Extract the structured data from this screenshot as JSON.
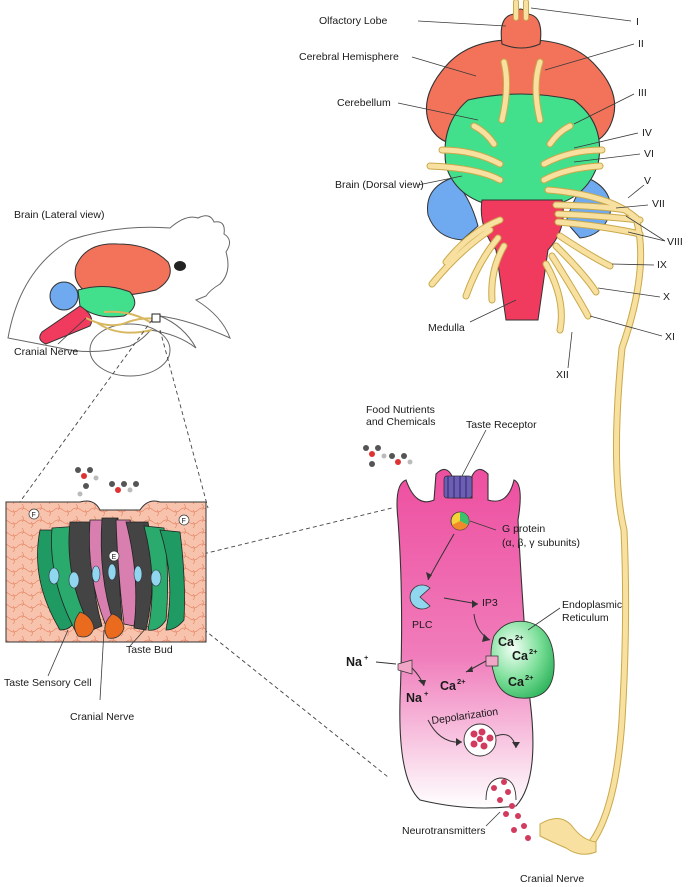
{
  "colors": {
    "cerebrum": "#f2735a",
    "cerebellum": "#42e08d",
    "medulla": "#f03b5e",
    "optic_lobe": "#6fa9f0",
    "nerve": "#f7e0a0",
    "cell_pink": "#ef5fa6",
    "er_green": "#3cc26a",
    "plc_blue": "#8fd6ee"
  },
  "dorsal": {
    "olfactory_lobe": "Olfactory Lobe",
    "cerebral_hemisphere": "Cerebral Hemisphere",
    "cerebellum": "Cerebellum",
    "brain_dorsal": "Brain (Dorsal view)",
    "medulla": "Medulla",
    "nerves": [
      "I",
      "II",
      "III",
      "IV",
      "VI",
      "V",
      "VII",
      "VIII",
      "IX",
      "X",
      "XI",
      "XII"
    ]
  },
  "lateral": {
    "title": "Brain (Lateral view)",
    "cranial_nerve": "Cranial Nerve"
  },
  "bud": {
    "taste_sensory_cell": "Taste Sensory Cell",
    "cranial_nerve": "Cranial Nerve",
    "taste_bud": "Taste Bud",
    "marker_f": "F",
    "marker_e": "E"
  },
  "cell": {
    "food_line1": "Food Nutrients",
    "food_line2": "and  Chemicals",
    "taste_receptor": "Taste Receptor",
    "g_protein": "G protein",
    "g_subunits": "(α, β, γ subunits)",
    "plc": "PLC",
    "ip3": "IP3",
    "er_line1": "Endoplasmic",
    "er_line2": "Reticulum",
    "ca": "Ca",
    "ca_charge": "2+",
    "na": "Na",
    "na_charge": "+",
    "depolarization": "Depolarization",
    "neurotransmitters": "Neurotransmitters",
    "cranial_nerve": "Cranial Nerve"
  }
}
